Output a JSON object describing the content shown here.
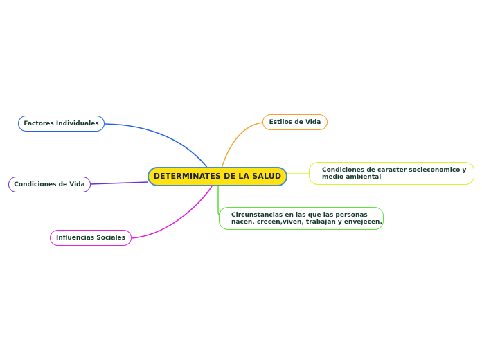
{
  "mindmap": {
    "central": {
      "label": "DETERMINATES DE LA SALUD",
      "fill": "#ffe20f",
      "border": "#4a8fc4"
    },
    "branches": [
      {
        "id": "factores-individuales",
        "label": "Factores Individuales",
        "color": "#2563e8",
        "side": "left"
      },
      {
        "id": "condiciones-de-vida",
        "label": "Condiciones de Vida",
        "color": "#6b2ee0",
        "side": "left"
      },
      {
        "id": "influencias-sociales",
        "label": "Influencias Sociales",
        "color": "#e51ee3",
        "side": "left"
      },
      {
        "id": "estilos-de-vida",
        "label": "Estilos de Vida",
        "color": "#f5a12a",
        "side": "right"
      },
      {
        "id": "condiciones-socioeconomico",
        "label": "Condiciones de caracter socieconomico y\nmedio ambiental",
        "color": "#d6f531",
        "side": "right"
      },
      {
        "id": "circunstancias",
        "label": "Circunstancias en las que las personas\nnacen, crecen,viven, trabajan y envejecen.",
        "color": "#5fe33a",
        "side": "right"
      }
    ]
  }
}
